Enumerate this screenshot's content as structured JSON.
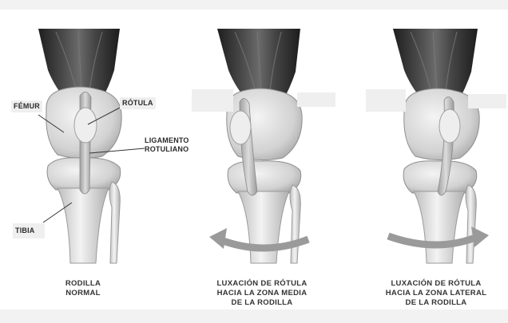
{
  "labels": {
    "femur": "FÉMUR",
    "rotula": "RÓTULA",
    "ligamento": "LIGAMENTO\nROTULIANO",
    "tibia": "TIBIA"
  },
  "panels": [
    {
      "caption": "RODILLA\nNORMAL"
    },
    {
      "caption": "LUXACIÓN DE RÓTULA\nHACIA LA ZONA MEDIA\nDE LA RODILLA"
    },
    {
      "caption": "LUXACIÓN DE RÓTULA\nHACIA LA ZONA LATERAL\nDE LA RODILLA"
    }
  ],
  "colors": {
    "muscle_dark": "#2e2e2e",
    "bone_light": "#e9e9e9",
    "bone_shade": "#b5b5b5",
    "arrow": "#9a9a9a",
    "label_line": "#333333"
  }
}
